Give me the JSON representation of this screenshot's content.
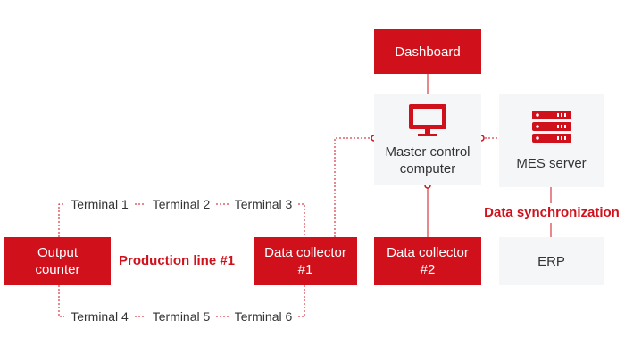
{
  "colors": {
    "accent": "#d0111b",
    "light_box": "#f4f6f8",
    "text": "#333333"
  },
  "dashboard": {
    "label": "Dashboard"
  },
  "master": {
    "icon": "monitor-icon",
    "line1": "Master control",
    "line2": "computer"
  },
  "mes": {
    "icon": "server-icon",
    "label": "MES server"
  },
  "sync": {
    "label": "Data synchronization"
  },
  "erp": {
    "label": "ERP"
  },
  "collector1": {
    "line1": "Data collector",
    "line2": "#1"
  },
  "collector2": {
    "line1": "Data collector",
    "line2": "#2"
  },
  "output_counter": {
    "line1": "Output",
    "line2": "counter"
  },
  "production_line": {
    "label": "Production line #1"
  },
  "terminals": {
    "t1": "Terminal 1",
    "t2": "Terminal 2",
    "t3": "Terminal 3",
    "t4": "Terminal 4",
    "t5": "Terminal 5",
    "t6": "Terminal 6"
  }
}
